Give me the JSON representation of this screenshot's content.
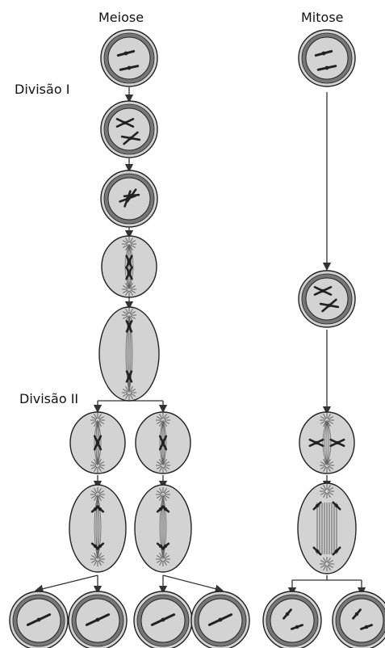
{
  "titles": {
    "meiosis": "Meiose",
    "mitosis": "Mitose"
  },
  "division_labels": {
    "first": "Divisão I",
    "second": "Divisão II"
  },
  "colors": {
    "cell_fill": "#d3d3d3",
    "nuclear_envelope": "#777777",
    "outline": "#222222",
    "chromosome": "#222222",
    "arrow": "#333333"
  },
  "meiosis": {
    "stages_before_division_I_split": [
      "prophase-I-early",
      "prophase-I-pairing",
      "prophase-I-bivalent",
      "metaphase-I",
      "anaphase-I"
    ],
    "stages_division_II": [
      "metaphase-II",
      "anaphase-II"
    ],
    "daughter_cells": 4
  },
  "mitosis": {
    "stages": [
      "prophase-early",
      "prophase-late",
      "metaphase",
      "anaphase"
    ],
    "daughter_cells": 2
  }
}
